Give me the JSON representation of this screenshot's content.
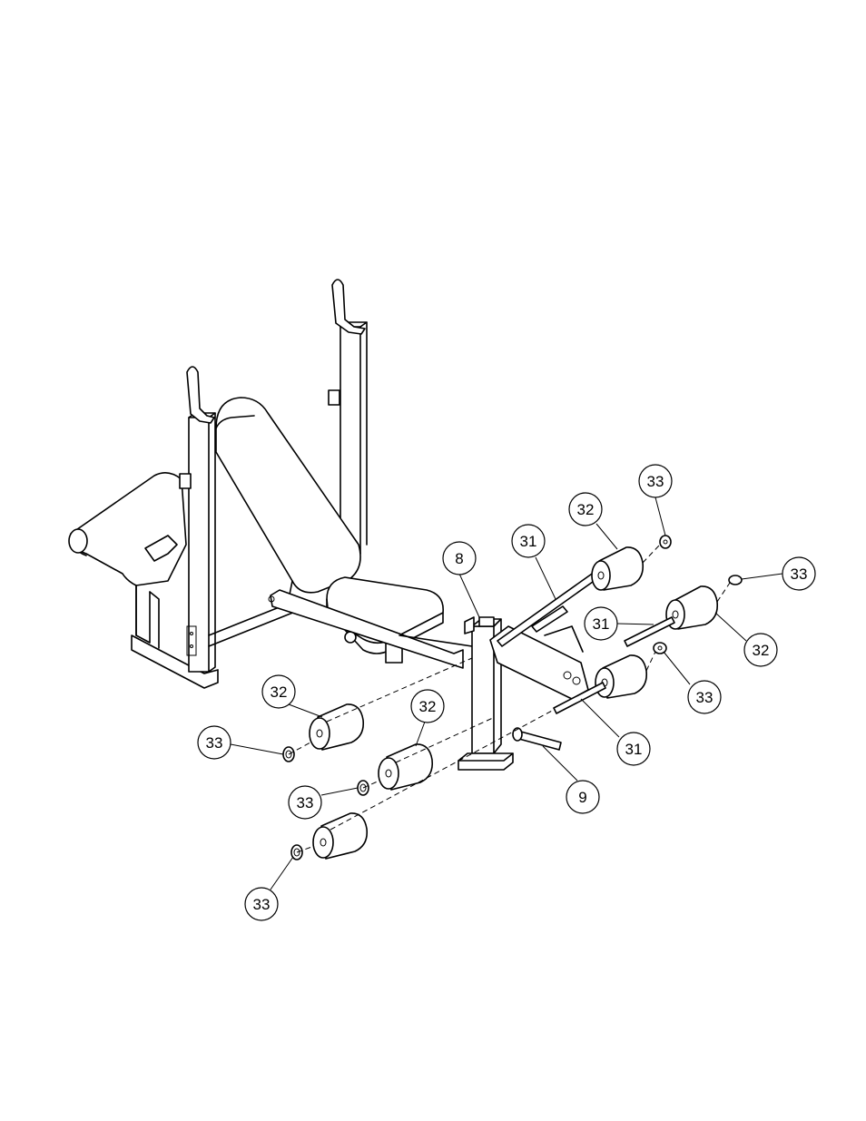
{
  "callouts": {
    "c33_top": "33",
    "c32_top": "32",
    "c31_top": "31",
    "c8": "8",
    "c33_right": "33",
    "c31_right": "31",
    "c32_right": "32",
    "c33_mid": "33",
    "c31_lower": "31",
    "c9": "9",
    "c32_left": "32",
    "c32_center": "32",
    "c33_left": "33",
    "c33_center": "33",
    "c33_bottom": "33"
  }
}
